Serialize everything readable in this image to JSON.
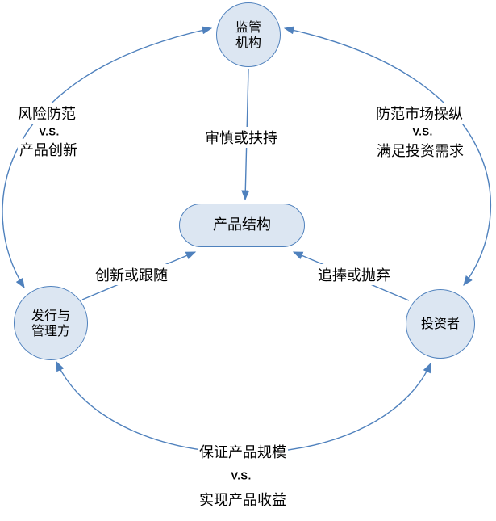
{
  "nodes": {
    "regulator": {
      "line1": "监管",
      "line2": "机构"
    },
    "product": {
      "label": "产品结构"
    },
    "issuer": {
      "line1": "发行与",
      "line2": "管理方"
    },
    "investor": {
      "label": "投资者"
    }
  },
  "edges": {
    "regulator_to_product": {
      "label": "审慎或扶持"
    },
    "issuer_to_product": {
      "label": "创新或跟随"
    },
    "investor_to_product": {
      "label": "追捧或抛弃"
    },
    "regulator_issuer_arc": {
      "top": "风险防范",
      "vs": "V.S.",
      "bottom": "产品创新"
    },
    "regulator_investor_arc": {
      "top": "防范市场操纵",
      "vs": "V.S.",
      "bottom": "满足投资需求"
    },
    "issuer_investor_arc": {
      "top": "保证产品规模",
      "vs": "V.S.",
      "bottom": "实现产品收益"
    }
  },
  "colors": {
    "stroke": "#4f81bd",
    "fill": "#dce6f2",
    "text": "#000000"
  }
}
